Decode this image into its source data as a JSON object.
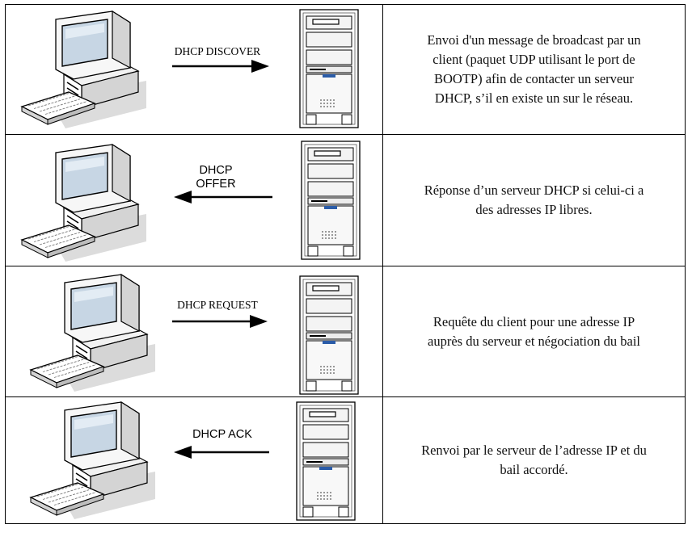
{
  "rows": [
    {
      "id": "discover",
      "label_lines": [
        "DHCP DISCOVER"
      ],
      "label_font": "serif",
      "direction": "to-server",
      "description_lines": [
        "Envoi d'un message de broadcast par un",
        "client (paquet UDP utilisant le port de",
        "BOOTP) afin de contacter un serveur",
        "DHCP, s’il en existe un sur le réseau."
      ]
    },
    {
      "id": "offer",
      "label_lines": [
        "DHCP",
        "OFFER"
      ],
      "label_font": "sans",
      "direction": "to-client",
      "description_lines": [
        "Réponse d’un serveur DHCP si celui-ci a",
        "des adresses IP libres."
      ]
    },
    {
      "id": "request",
      "label_lines": [
        "DHCP REQUEST"
      ],
      "label_font": "serif",
      "direction": "to-server",
      "description_lines": [
        "Requête du client pour une adresse IP",
        "auprès du serveur et négociation du bail"
      ]
    },
    {
      "id": "ack",
      "label_lines": [
        "DHCP ACK"
      ],
      "label_font": "sans",
      "direction": "to-client",
      "description_lines": [
        "Renvoi par le serveur de l’adresse IP et du",
        "bail accordé."
      ]
    }
  ],
  "colors": {
    "border": "#000000",
    "monitor_screen": "#c7d6e4",
    "device_body": "#ffffff",
    "device_shade": "#d4d4d4",
    "shadow": "#dcdcdc",
    "drive_slot": "#2b5ca8"
  }
}
